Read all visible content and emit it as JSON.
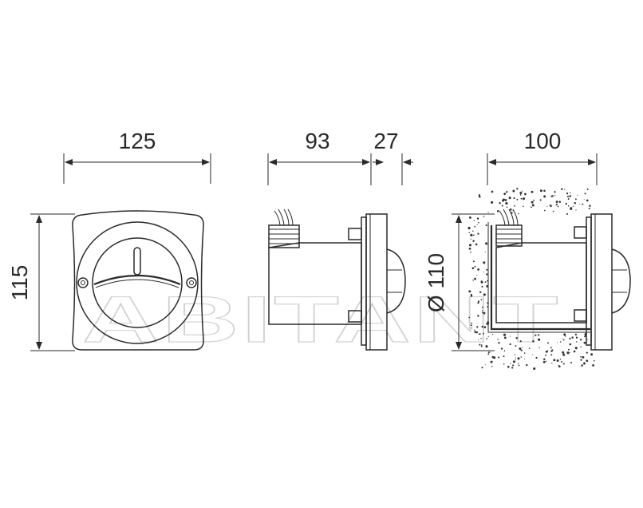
{
  "dimensions": {
    "front_width": "125",
    "front_height": "115",
    "side_body_depth": "93",
    "side_flange_depth": "27",
    "install_depth": "100",
    "install_diameter": "Ø 110"
  },
  "watermark": "ABITANT",
  "colors": {
    "line": "#2a2a2a",
    "watermark": "#d2d2d2",
    "background": "#ffffff"
  }
}
